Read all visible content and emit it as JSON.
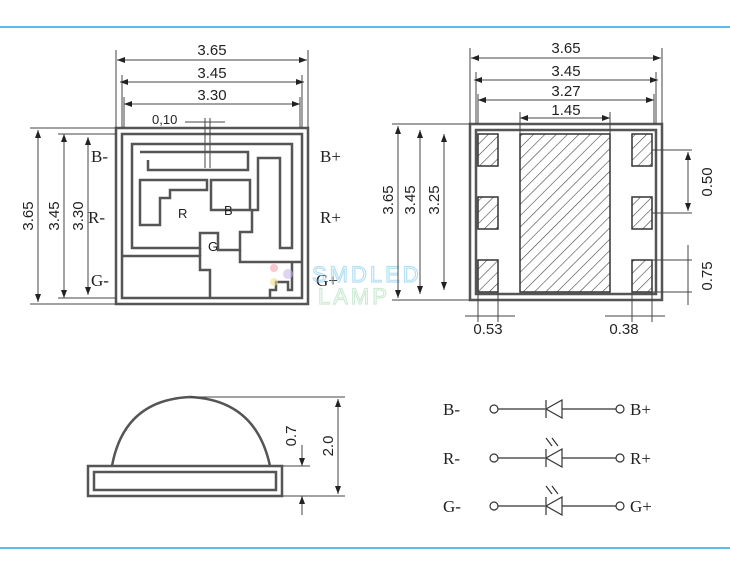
{
  "colors": {
    "frame_line": "#5bbde8",
    "watermark_blue": "#7ec8e8",
    "watermark_red": "#f3a3b3",
    "watermark_green": "#a8dcb6"
  },
  "watermark": {
    "line1": "SMDLED",
    "line2": "LAMP"
  },
  "top_view": {
    "dims": {
      "w_outer": "3.65",
      "w_mid": "3.45",
      "w_inner": "3.30",
      "gap": "0,10",
      "h_outer": "3.65",
      "h_mid": "3.45",
      "h_inner": "3.30"
    },
    "pins": {
      "b_minus": "B-",
      "r_minus": "R-",
      "g_minus": "G-",
      "b_plus": "B+",
      "r_plus": "R+",
      "g_plus": "G+"
    },
    "pads": {
      "r": "R",
      "b": "B",
      "g": "G"
    }
  },
  "bottom_view": {
    "dims": {
      "w_outer": "3.65",
      "w_mid": "3.45",
      "w_inner": "3.27",
      "center_pad": "1.45",
      "h_outer": "3.65",
      "h_mid": "3.45",
      "h_inner": "3.25",
      "pad_pitch": "0.50",
      "pad_height": "0.75",
      "left_pad_w": "0.53",
      "right_pad_w": "0.38"
    }
  },
  "side_view": {
    "dims": {
      "base_h": "0.7",
      "total_h": "2.0"
    }
  },
  "schematic": {
    "rows": [
      {
        "minus": "B-",
        "plus": "B+"
      },
      {
        "minus": "R-",
        "plus": "R+"
      },
      {
        "minus": "G-",
        "plus": "G+"
      }
    ]
  }
}
